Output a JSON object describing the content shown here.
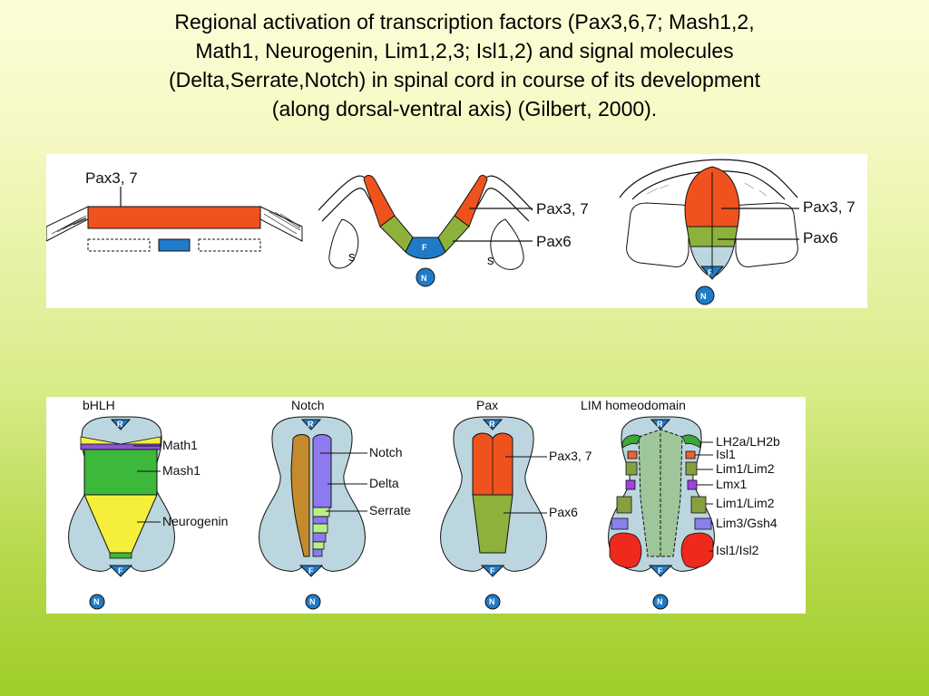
{
  "title": {
    "line1": "Regional activation of transcription factors (Pax3,6,7; Mash1,2,",
    "line2": "Math1, Neurogenin, Lim1,2,3; Isl1,2) and signal molecules",
    "line3": "(Delta,Serrate,Notch) in spinal cord in course of its  development",
    "line4": "(along dorsal-ventral axis) (Gilbert, 2000)."
  },
  "top_panel": {
    "stage1": {
      "label": "Pax3, 7"
    },
    "stage2": {
      "label_pax37": "Pax3, 7",
      "label_pax6": "Pax6",
      "somite_left": "s",
      "somite_right": "s",
      "floor": "F",
      "notochord": "N"
    },
    "stage3": {
      "label_pax37": "Pax3, 7",
      "label_pax6": "Pax6",
      "floor": "F",
      "notochord": "N"
    }
  },
  "bottom_panel": {
    "bhlh": {
      "title": "bHLH",
      "roof": "R",
      "floor": "F",
      "notochord": "N",
      "labels": [
        "Math1",
        "Mash1",
        "Neurogenin"
      ]
    },
    "notch": {
      "title": "Notch",
      "roof": "R",
      "floor": "F",
      "notochord": "N",
      "labels": [
        "Notch",
        "Delta",
        "Serrate"
      ]
    },
    "pax": {
      "title": "Pax",
      "roof": "R",
      "floor": "F",
      "notochord": "N",
      "labels": [
        "Pax3, 7",
        "Pax6"
      ]
    },
    "lim": {
      "title": "LIM homeodomain",
      "roof": "R",
      "floor": "F",
      "notochord": "N",
      "labels": [
        "LH2a/LH2b",
        "Isl1",
        "Lim1/Lim2",
        "Lmx1",
        "Lim1/Lim2",
        "Lim3/Gsh4",
        "Isl1/Isl2"
      ]
    }
  },
  "colors": {
    "pax37": "#f0521e",
    "pax6": "#8cb23c",
    "floor_plate": "#1f7bc8",
    "light_blue": "#bcd6df",
    "notch_brown": "#c48a2c",
    "delta_violet": "#8d79f0",
    "serrate_green": "#b9f08a",
    "math1_purple": "#8a55d8",
    "mash1_green": "#3cb83a",
    "neurogenin_yellow": "#f5ef3c",
    "lim_red": "#ee2a1c",
    "lim_orange": "#f06030",
    "lim_olive": "#86a040",
    "lim_violet": "#a042e0",
    "lim_lavender": "#8a80f0",
    "lim_green": "#3ca83a"
  }
}
